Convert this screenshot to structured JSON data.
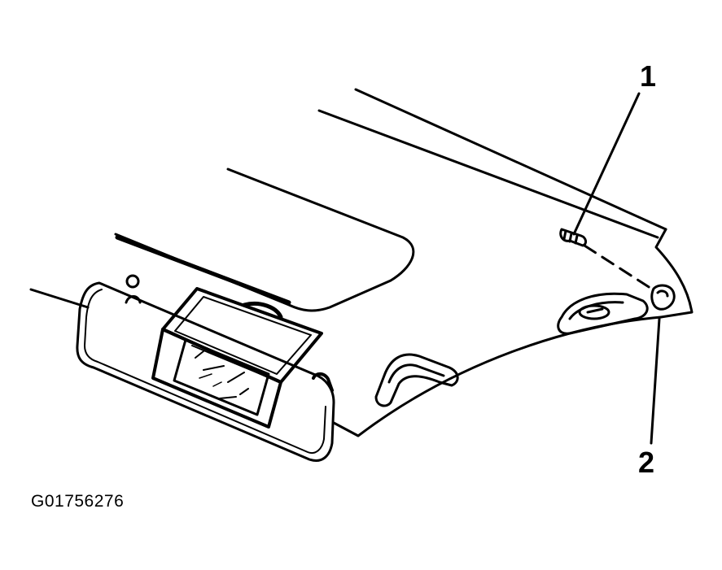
{
  "callouts": [
    {
      "number": "1"
    },
    {
      "number": "2"
    }
  ],
  "figure_id": "G01756276",
  "colors": {
    "line": "#000000",
    "background": "#ffffff"
  }
}
